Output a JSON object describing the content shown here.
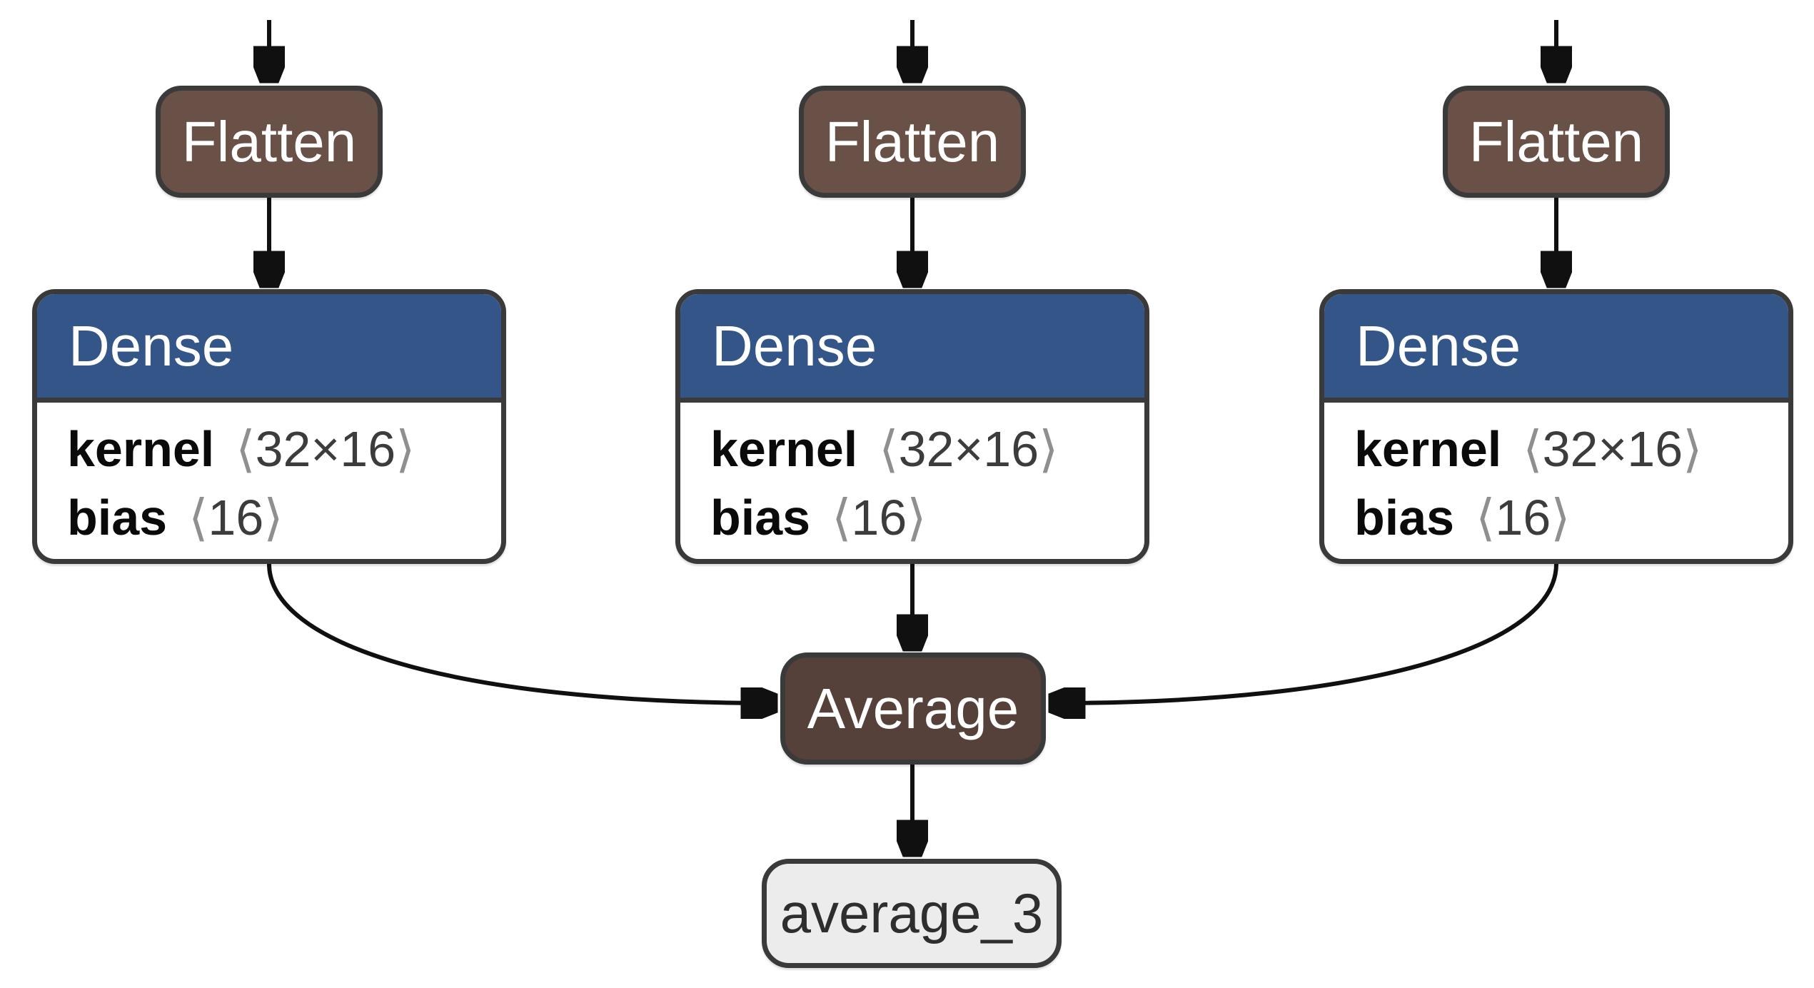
{
  "diagram": {
    "columns": [
      {
        "flatten": {
          "label": "Flatten"
        },
        "dense": {
          "title": "Dense",
          "params": [
            {
              "name": "kernel",
              "open": "⟨",
              "dims": "32×16",
              "close": "⟩"
            },
            {
              "name": "bias",
              "open": "⟨",
              "dims": "16",
              "close": "⟩"
            }
          ]
        }
      },
      {
        "flatten": {
          "label": "Flatten"
        },
        "dense": {
          "title": "Dense",
          "params": [
            {
              "name": "kernel",
              "open": "⟨",
              "dims": "32×16",
              "close": "⟩"
            },
            {
              "name": "bias",
              "open": "⟨",
              "dims": "16",
              "close": "⟩"
            }
          ]
        }
      },
      {
        "flatten": {
          "label": "Flatten"
        },
        "dense": {
          "title": "Dense",
          "params": [
            {
              "name": "kernel",
              "open": "⟨",
              "dims": "32×16",
              "close": "⟩"
            },
            {
              "name": "bias",
              "open": "⟨",
              "dims": "16",
              "close": "⟩"
            }
          ]
        }
      }
    ],
    "merge": {
      "label": "Average"
    },
    "output": {
      "label": "average_3"
    },
    "colors": {
      "flatten_fill": "#6a5147",
      "merge_fill": "#55413a",
      "dense_header_fill": "#345588",
      "dense_body_fill": "#ffffff",
      "output_fill": "#ececec",
      "border": "#3a3a3a",
      "arrow": "#101010",
      "label_text": "#ffffff",
      "param_name": "#0a0a0a",
      "param_dims": "#3c3c3c",
      "param_bracket": "#8f8f8f",
      "output_text": "#2e2e2e"
    }
  }
}
